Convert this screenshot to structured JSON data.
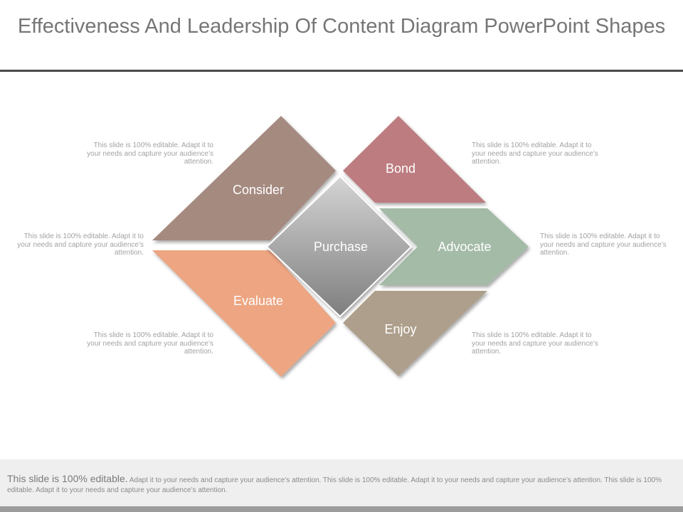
{
  "title": "Effectiveness And Leadership Of Content Diagram PowerPoint Shapes",
  "colors": {
    "consider": "#a58a80",
    "bond": "#bd7b80",
    "advocate": "#a4bba8",
    "enjoy": "#ae9f8c",
    "evaluate": "#eda582",
    "purchase_light": "#d4d4d4",
    "purchase_dark": "#7e7e7e"
  },
  "diagram": {
    "consider": "Consider",
    "bond": "Bond",
    "purchase": "Purchase",
    "advocate": "Advocate",
    "evaluate": "Evaluate",
    "enjoy": "Enjoy"
  },
  "notes": {
    "top_left": "This slide is 100% editable. Adapt it to your needs and capture your audience’s attention.",
    "mid_left": "This slide is 100% editable. Adapt it to your needs and capture your audience’s attention.",
    "bottom_left": "This slide is 100% editable. Adapt it to your needs and capture your audience’s attention.",
    "top_right": "This slide is 100% editable. Adapt it to your needs and capture your audience’s attention.",
    "mid_right": "This slide is 100% editable. Adapt it to your needs and capture your audience’s attention.",
    "bottom_right": "This slide is 100% editable. Adapt it to your needs and capture your audience’s attention."
  },
  "footer": {
    "lead": "This slide is 100% editable.",
    "body": "Adapt it to your needs and capture your audience’s attention. This slide is 100% editable. Adapt it to your needs and capture your audience’s attention. This slide is 100% editable. Adapt it to your needs and capture your audience’s attention."
  }
}
